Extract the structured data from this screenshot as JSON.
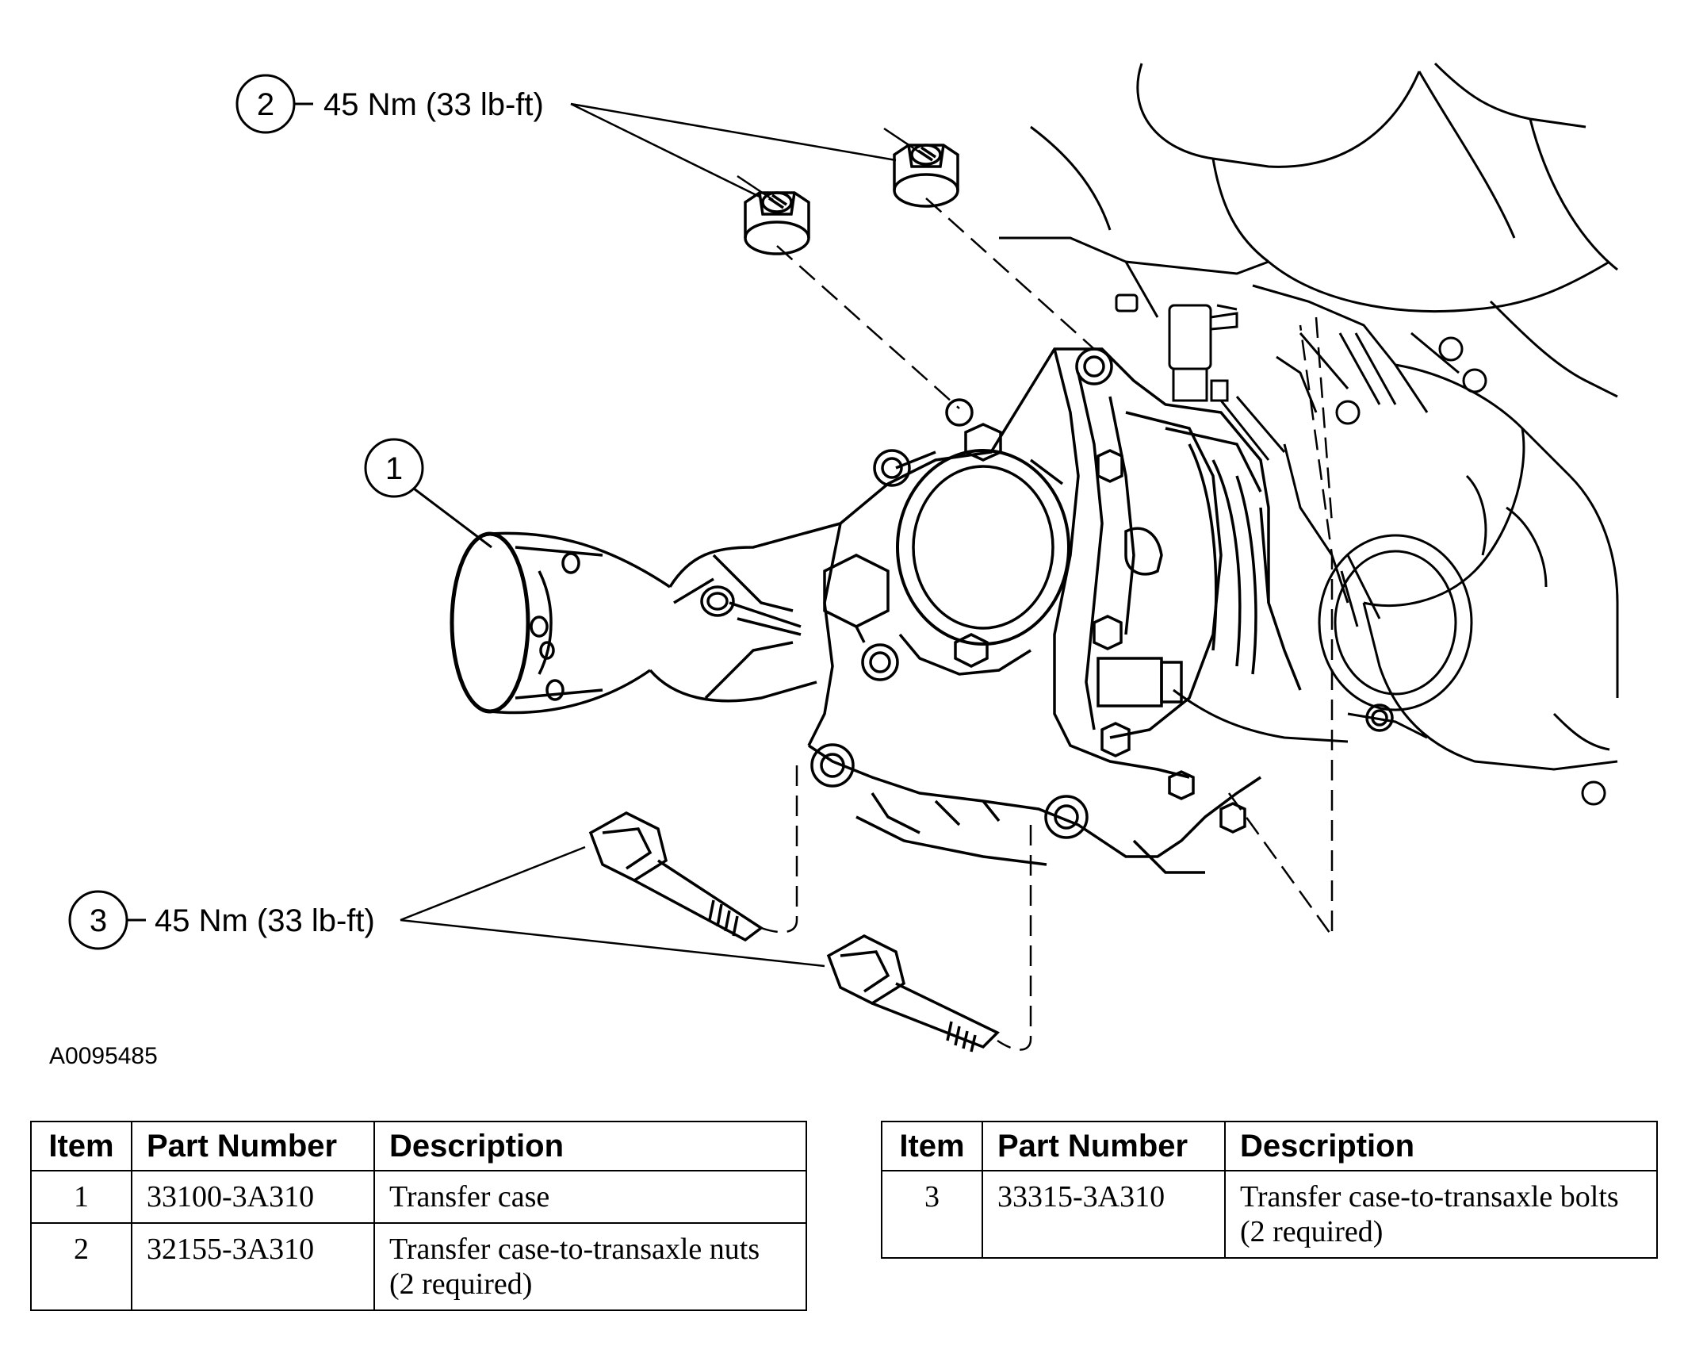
{
  "callouts": [
    {
      "number": "2",
      "torque": "45 Nm (33 lb-ft)"
    },
    {
      "number": "1"
    },
    {
      "number": "3",
      "torque": "45 Nm (33 lb-ft)"
    }
  ],
  "figure_id": "A0095485",
  "parts_tables": [
    {
      "headers": {
        "item": "Item",
        "part_number": "Part Number",
        "description": "Description"
      },
      "rows": [
        {
          "item": "1",
          "part_number": "33100-3A310",
          "description": "Transfer case"
        },
        {
          "item": "2",
          "part_number": "32155-3A310",
          "description": "Transfer case-to-transaxle nuts (2 required)"
        }
      ]
    },
    {
      "headers": {
        "item": "Item",
        "part_number": "Part Number",
        "description": "Description"
      },
      "rows": [
        {
          "item": "3",
          "part_number": "33315-3A310",
          "description": "Transfer case-to-transaxle bolts (2 required)"
        }
      ]
    }
  ]
}
